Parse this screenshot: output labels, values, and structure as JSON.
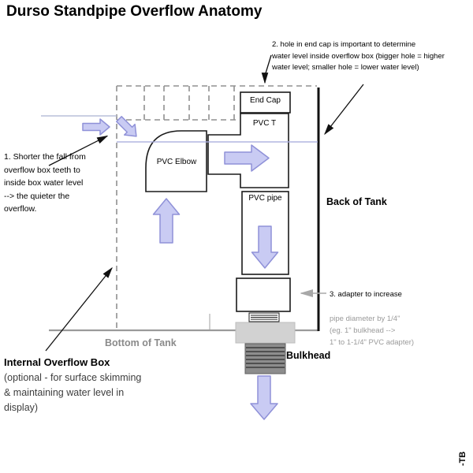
{
  "title": "Durso Standpipe Overflow Anatomy",
  "annotations": {
    "note1": "1. Shorter the fall from\noverflow box teeth to\ninside box water level\n--> the quieter the\noverflow.",
    "note2": "2. hole in end cap is important to determine\nwater level inside overflow box (bigger hole = higher\nwater level; smaller hole = lower water level)",
    "note3_head": "3. adapter to increase",
    "note3_body": "pipe diameter by 1/4\"\n(eg. 1\" bulkhead -->\n1\" to 1-1/4\" PVC adapter)"
  },
  "labels": {
    "end_cap": "End Cap",
    "pvc_t": "PVC T",
    "pvc_elbow": "PVC Elbow",
    "pvc_pipe": "PVC pipe",
    "back_of_tank": "Back of Tank",
    "bottom_of_tank": "Bottom of Tank",
    "bulkhead": "Bulkhead",
    "overflow_box_title": "Internal Overflow Box",
    "overflow_box_desc": "(optional - for surface skimming\n& maintaining water level in\ndisplay)",
    "signature": "-TB"
  },
  "colors": {
    "flow_arrow_fill": "#c9cbf3",
    "flow_arrow_stroke": "#8f91d8",
    "water_level_line": "#a9aede",
    "dashed_outline": "#909090",
    "back_of_tank_line": "#111111",
    "bottom_of_tank_line": "#9a9a9a",
    "gray_note_text": "#9a9a9a",
    "bulkhead_fill": "#8d8d8d",
    "flange_fill": "#d2d2d2"
  }
}
